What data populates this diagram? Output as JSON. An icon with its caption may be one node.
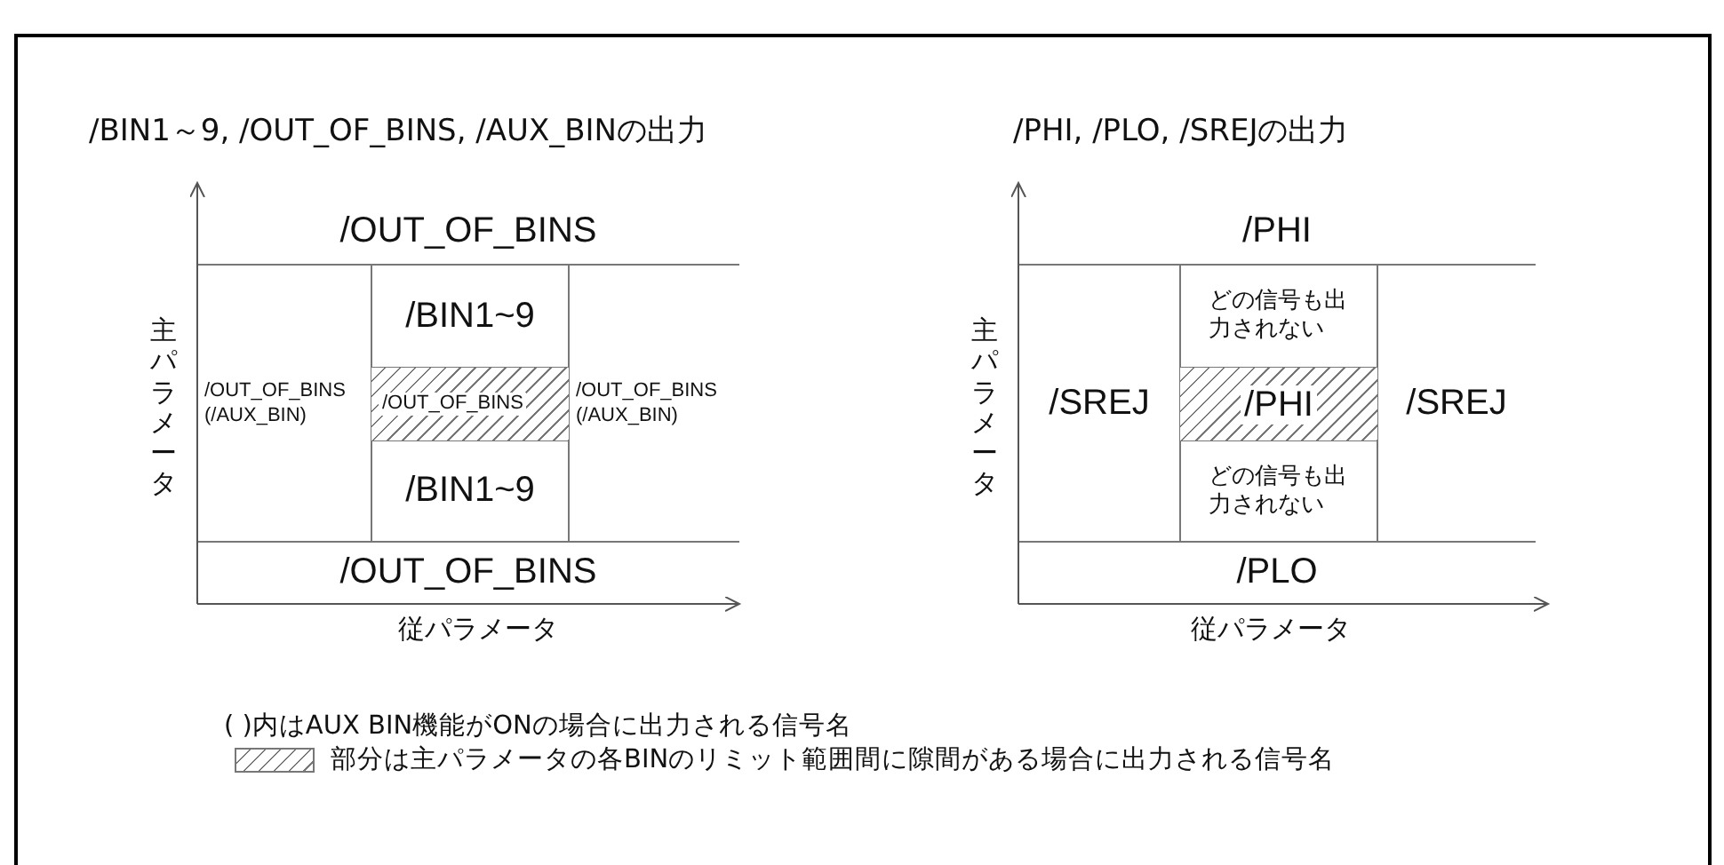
{
  "diagram": {
    "nodes": [
      {
        "text": [
          "/OUT_OF_BINS"
        ]
      },
      {
        "text": [
          "/OUT_OF_BINS",
          "(/AUX_BIN)"
        ]
      },
      {
        "text": [
          "/BIN1~9"
        ]
      },
      {
        "text": [
          "/OUT_OF_BINS"
        ]
      },
      {
        "text": [
          "/BIN1~9"
        ]
      },
      {
        "text": [
          "/OUT_OF_BINS",
          "(/AUX_BIN)"
        ]
      },
      {
        "text": [
          "/OUT_OF_BINS"
        ]
      },
      {
        "text": [
          "/PHI"
        ]
      },
      {
        "text": [
          "/SREJ"
        ]
      },
      {
        "text": [
          "どの信号も出力されない"
        ]
      },
      {
        "text": [
          "/PHI"
        ]
      },
      {
        "text": [
          "どの信号も出力されない"
        ]
      },
      {
        "text": [
          "/SREJ"
        ]
      },
      {
        "text": [
          "/PLO"
        ]
      }
    ],
    "labels": [
      "/BIN1～9, /OUT_OF_BINS, /AUX_BINの出力",
      "/PHI, /PLO, /SREJの出力",
      "主パラメータ",
      "従パラメータ",
      "主パラメータ",
      "従パラメータ",
      "(  )内はAUX BIN機能がONの場合に出力される信号名"
    ],
    "legend": [
      {
        "text": "部分は主パラメータの各BINのリミット範囲間に隙間がある場合に出力される信号名"
      }
    ]
  }
}
